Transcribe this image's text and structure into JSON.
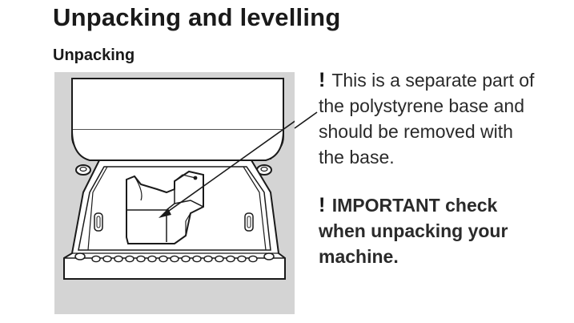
{
  "heading": "Unpacking and levelling",
  "subheading": "Unpacking",
  "notes": [
    {
      "mark": "!",
      "lines": [
        "This is a separate part of",
        "the polystyrene base and",
        "should be removed with",
        "the base."
      ]
    },
    {
      "mark": "!",
      "lines": [
        "IMPORTANT check",
        "when unpacking your",
        "machine."
      ]
    }
  ],
  "colors": {
    "panel_background": "#d4d4d4",
    "line_art": "#1a1a1a"
  },
  "icons": [
    "exclamation-mark-icon"
  ]
}
